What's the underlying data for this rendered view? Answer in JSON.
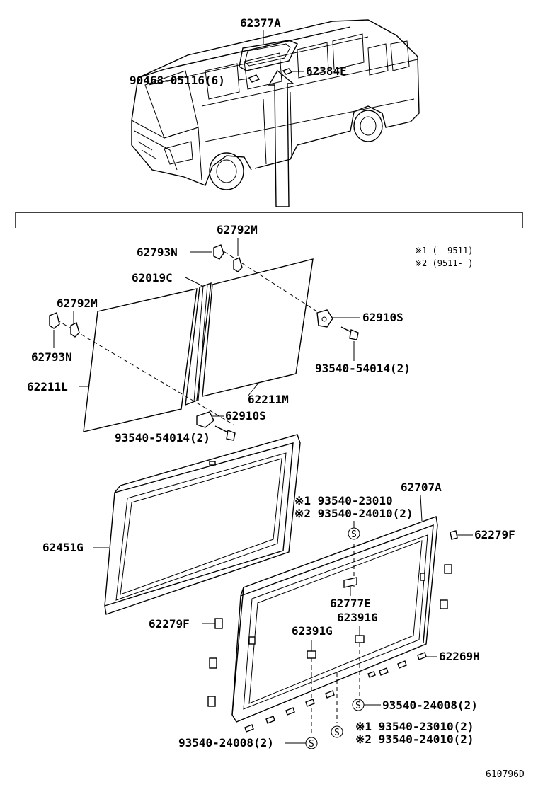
{
  "title_code": "610796D",
  "notes": {
    "note1": "※1 (      -9511)",
    "note2": "※2 (9511-      )"
  },
  "labels": {
    "p62377A": "62377A",
    "p90468": "90468-05116(6)",
    "p62384E": "62384E",
    "p62792M_top": "62792M",
    "p62793N_top": "62793N",
    "p62019C": "62019C",
    "p62792M_left": "62792M",
    "p62793N_left": "62793N",
    "p62910S_right": "62910S",
    "p93540_54014_right": "93540-54014(2)",
    "p62211L": "62211L",
    "p62211M": "62211M",
    "p62910S_mid": "62910S",
    "p93540_54014_mid": "93540-54014(2)",
    "p62707A": "62707A",
    "p93540_23010_top": "※1 93540-23010",
    "p93540_24010_top": "※2 93540-24010(2)",
    "p62279F_right": "62279F",
    "p62451G": "62451G",
    "p62777E": "62777E",
    "p62391G_right": "62391G",
    "p62391G_left": "62391G",
    "p62279F_left": "62279F",
    "p62269H": "62269H",
    "p93540_24008_right": "93540-24008(2)",
    "p93540_23010_bot": "※1 93540-23010(2)",
    "p93540_24010_bot": "※2 93540-24010(2)",
    "p93540_24008_left": "93540-24008(2)",
    "s_symbol": "S"
  }
}
